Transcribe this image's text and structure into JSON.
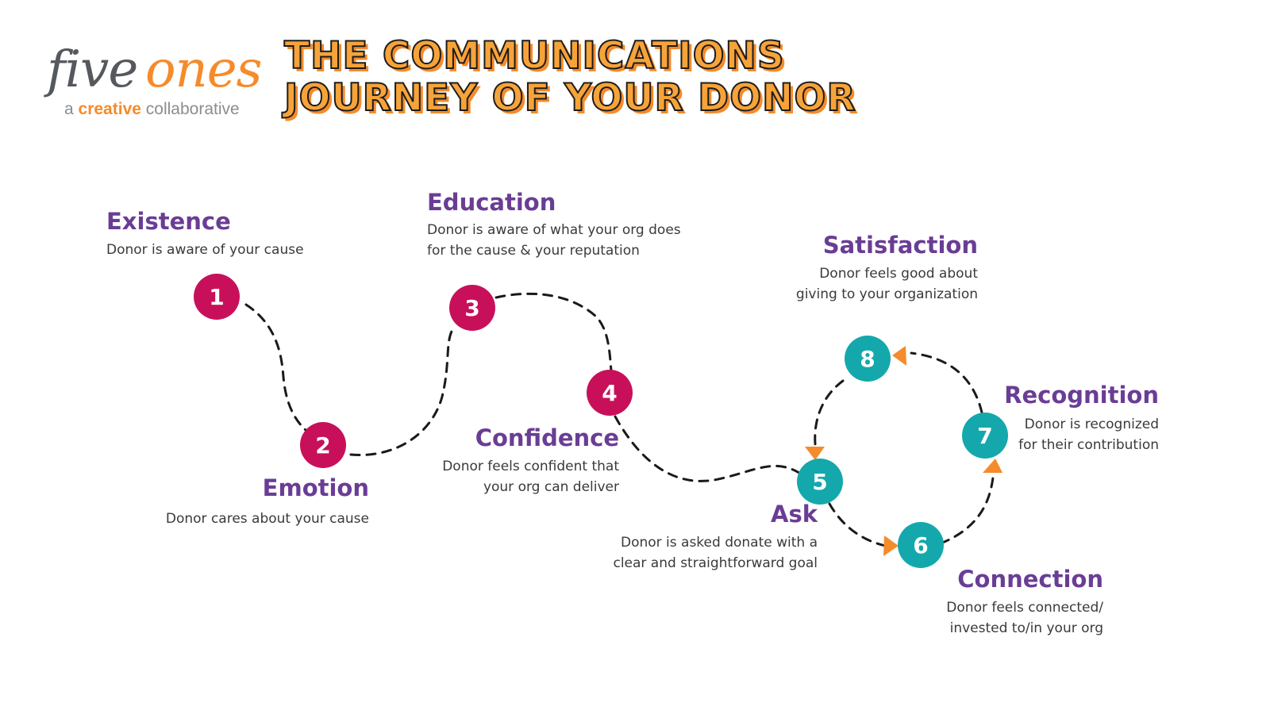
{
  "logo": {
    "word1": "five",
    "word2": "ones",
    "tag_a": "a",
    "tag_creative": "creative",
    "tag_rest": "collaborative"
  },
  "title": {
    "line1": "THE COMMUNICATIONS",
    "line2": "JOURNEY OF YOUR DONOR"
  },
  "colors": {
    "stage_early": "#c8105a",
    "stage_late": "#14a8ac",
    "accent": "#f58b2a",
    "heading": "#6a3d95"
  },
  "stages": [
    {
      "number": "1",
      "title": "Existence",
      "desc": [
        "Donor is aware of your cause"
      ]
    },
    {
      "number": "2",
      "title": "Emotion",
      "desc": [
        "Donor cares about your cause"
      ]
    },
    {
      "number": "3",
      "title": "Education",
      "desc": [
        "Donor is aware of what your org does",
        "for the cause & your reputation"
      ]
    },
    {
      "number": "4",
      "title": "Confidence",
      "desc": [
        "Donor feels confident that",
        "your org can deliver"
      ]
    },
    {
      "number": "5",
      "title": "Ask",
      "desc": [
        "Donor is asked donate with a",
        "clear and straightforward goal"
      ]
    },
    {
      "number": "6",
      "title": "Connection",
      "desc": [
        "Donor feels connected/",
        "invested to/in your org"
      ]
    },
    {
      "number": "7",
      "title": "Recognition",
      "desc": [
        "Donor is recognized",
        "for their contribution"
      ]
    },
    {
      "number": "8",
      "title": "Satisfaction",
      "desc": [
        "Donor feels good about",
        "giving to your organization"
      ]
    }
  ]
}
